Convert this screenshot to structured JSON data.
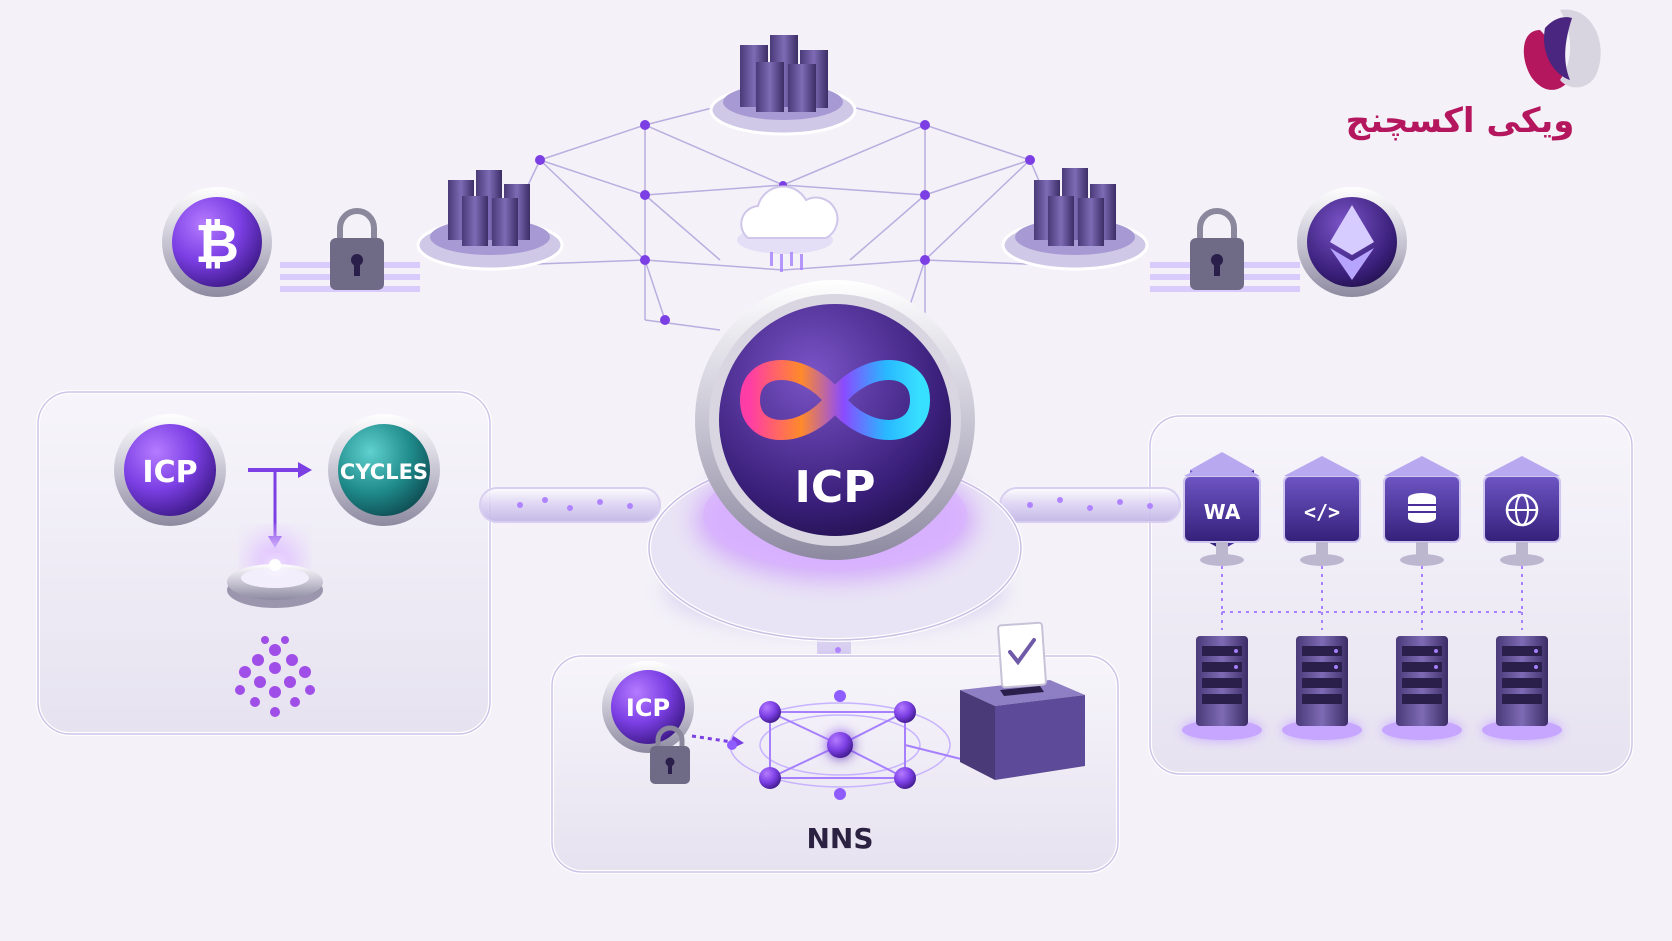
{
  "brand": {
    "name": "ویکی اکسچنج"
  },
  "center": {
    "label": "ICP"
  },
  "left_panel": {
    "source_label": "ICP",
    "target_label": "CYCLES"
  },
  "bottom_panel": {
    "token_label": "ICP",
    "title": "NNS"
  },
  "right_panel": {
    "app_icons": [
      "WA",
      "</>",
      "database-icon",
      "globe-icon"
    ]
  },
  "chains": {
    "left": "bitcoin-icon",
    "right": "ethereum-icon"
  },
  "colors": {
    "accent": "#7b3fe4",
    "teal": "#1f8a8a",
    "background": "#f4f2f8"
  }
}
